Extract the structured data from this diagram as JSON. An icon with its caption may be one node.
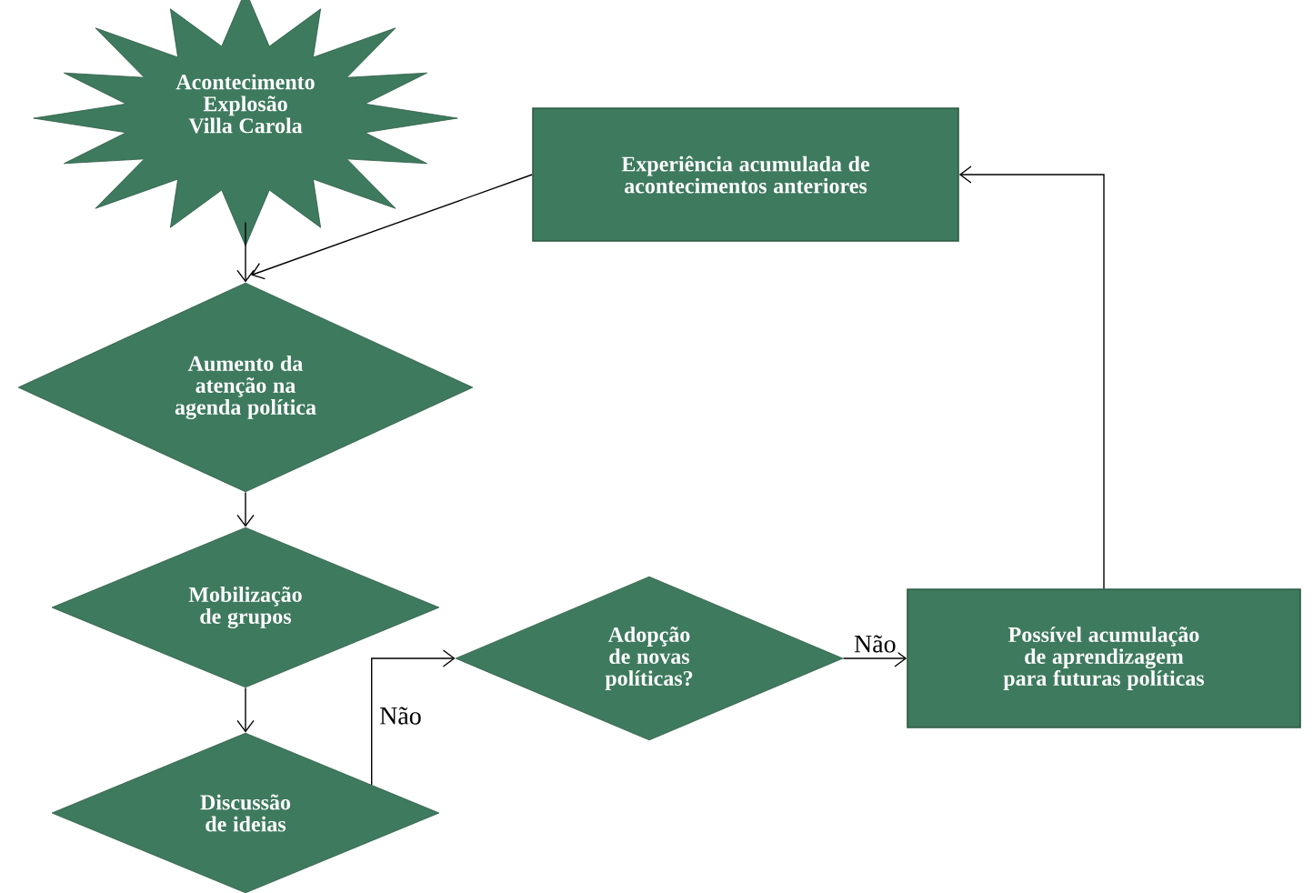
{
  "diagram": {
    "nodes": [
      {
        "text": [
          "Acontecimento Explosão Villa Carola"
        ]
      },
      {
        "text": [
          "Aumento da atenção na agenda política"
        ]
      },
      {
        "text": [
          "Mobilização de grupos"
        ]
      },
      {
        "text": [
          "Discussão de ideias"
        ]
      },
      {
        "text": [
          "Adopção de novas políticas?"
        ]
      },
      {
        "text": [
          "Possível acumulação de aprendizagem para futuras políticas"
        ]
      },
      {
        "text": [
          "Experiência acumulada de acontecimentos anteriores"
        ]
      }
    ],
    "edges": [
      {
        "from": 0,
        "to": 1,
        "arrow": "to"
      },
      {
        "from": 6,
        "to": 1,
        "arrow": "to"
      },
      {
        "from": 1,
        "to": 2,
        "arrow": "to"
      },
      {
        "from": 2,
        "to": 3,
        "arrow": "to"
      },
      {
        "from": 3,
        "to": 4,
        "arrow": "to",
        "label": "Não"
      },
      {
        "from": 4,
        "to": 5,
        "arrow": "to",
        "label": "Não"
      },
      {
        "from": 5,
        "to": 6,
        "arrow": "to"
      }
    ]
  }
}
